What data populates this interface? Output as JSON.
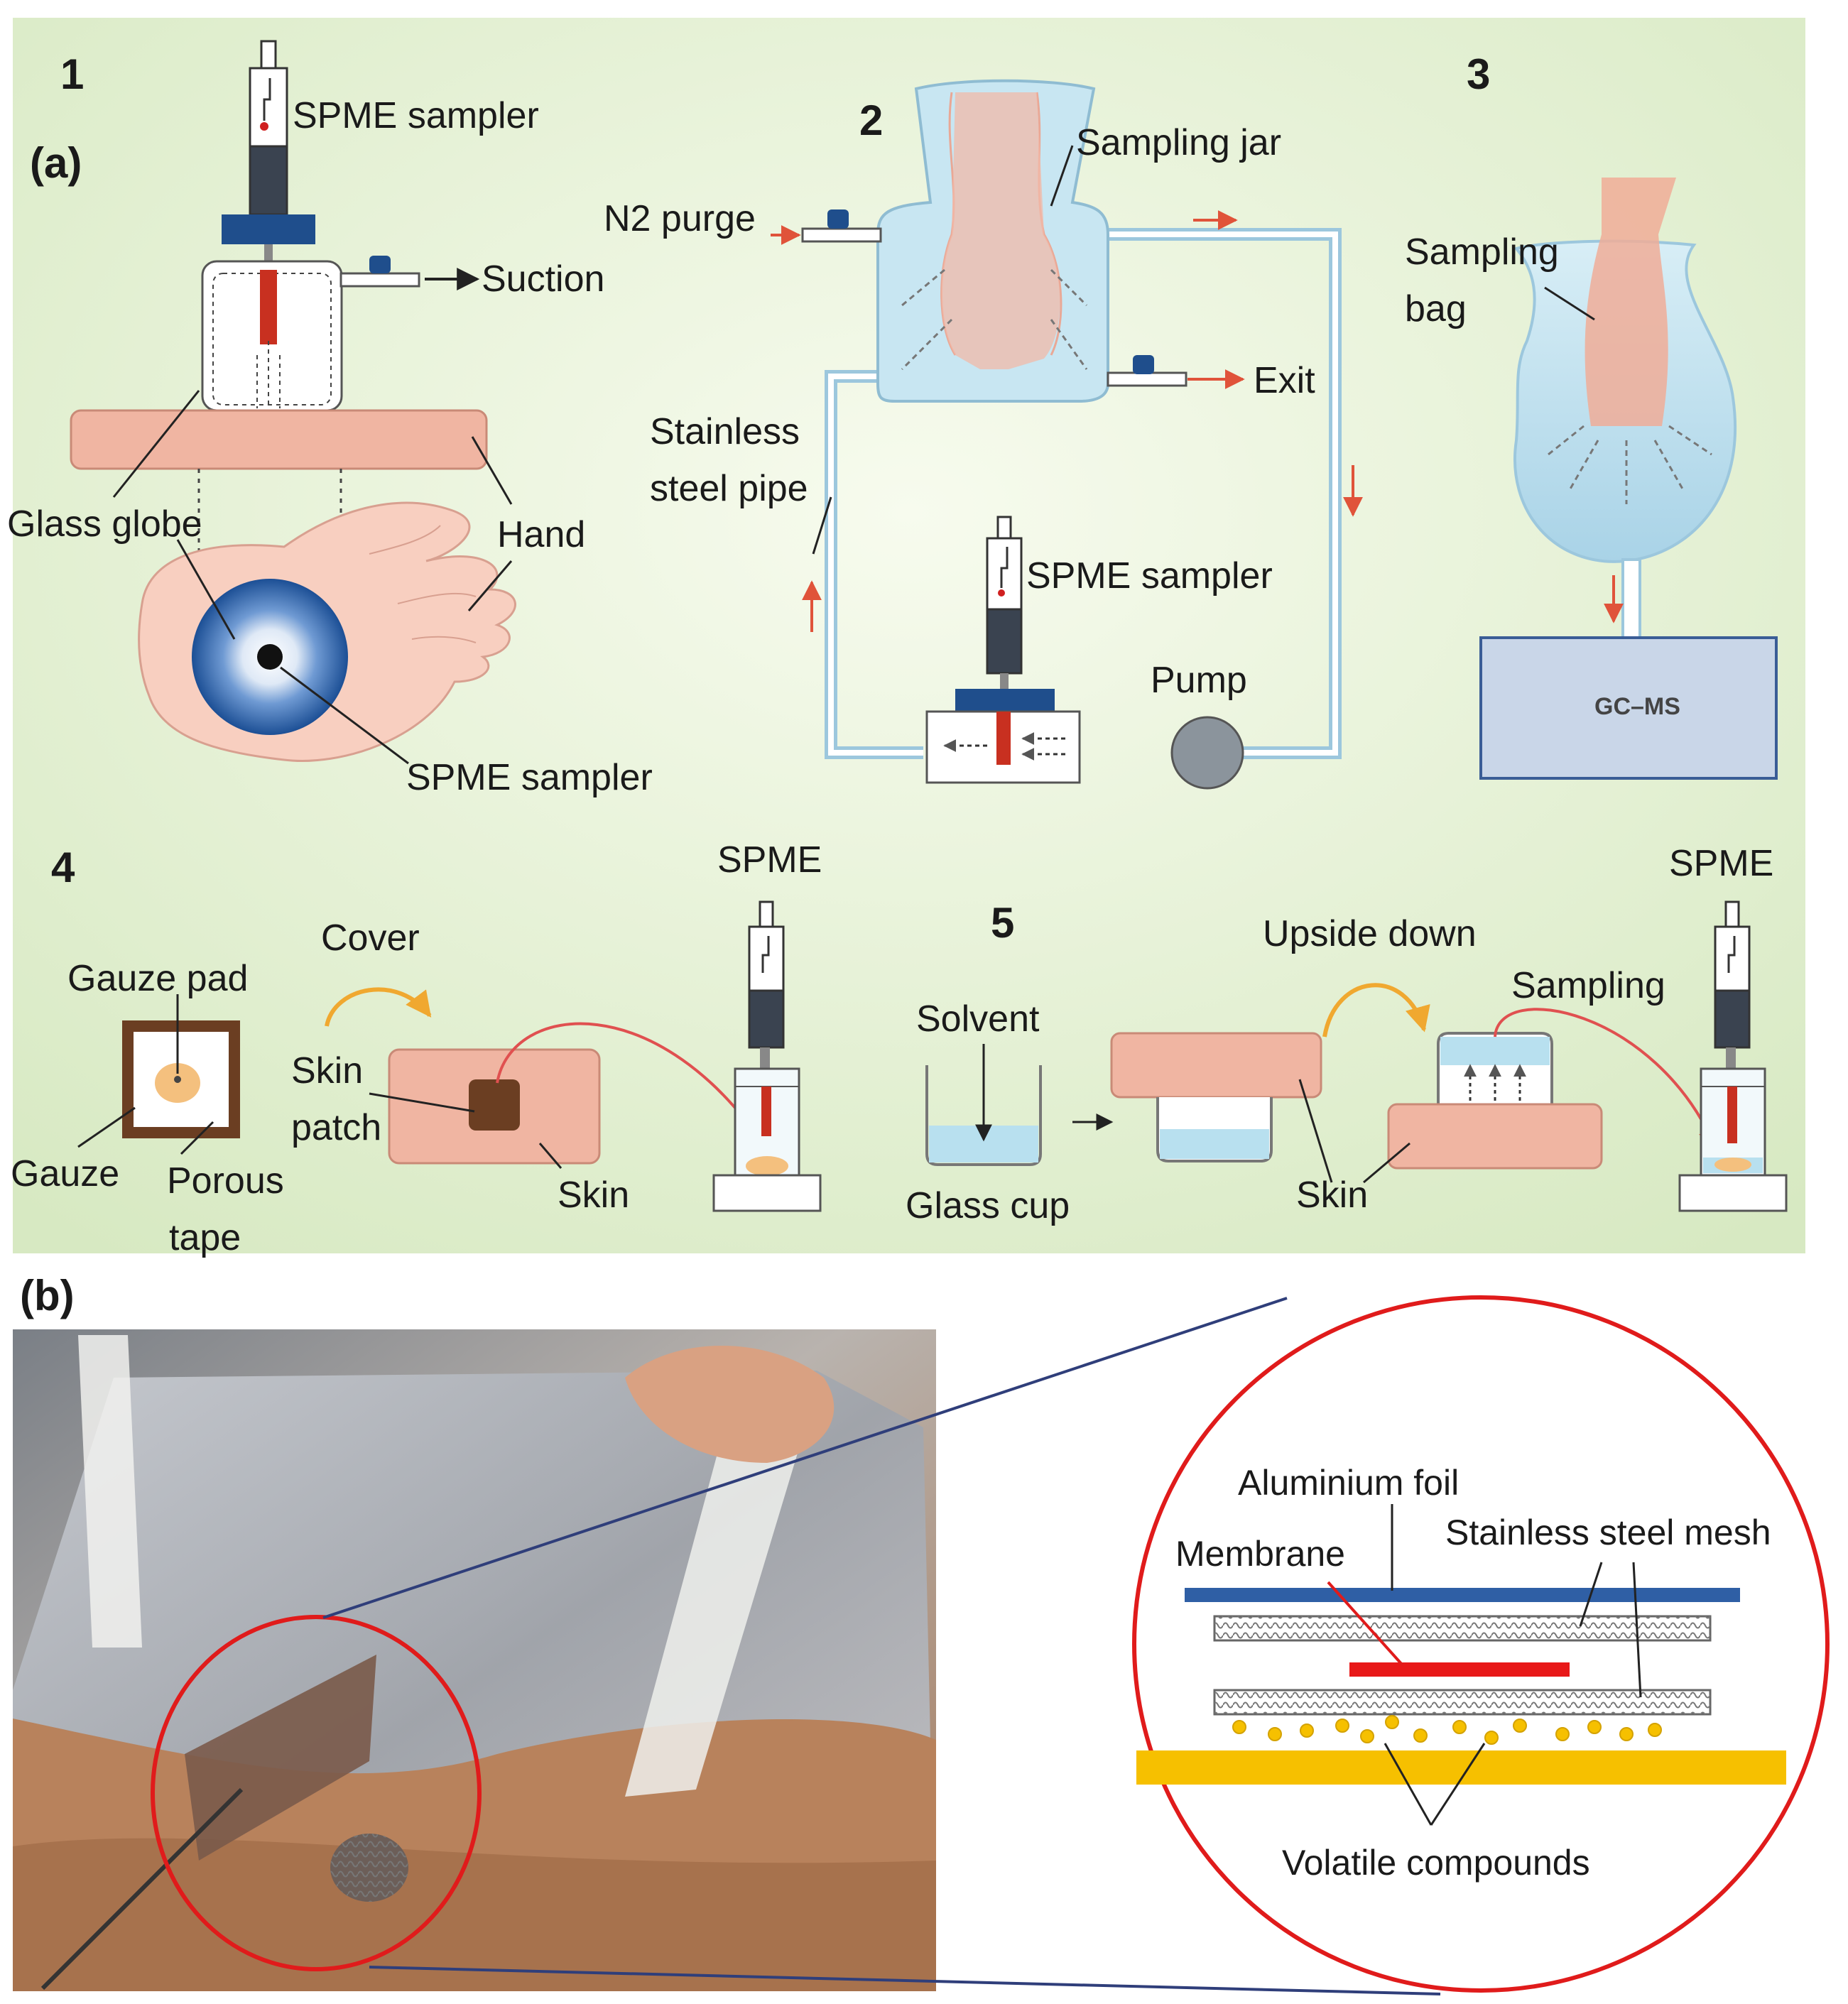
{
  "panel_a": {
    "tag": "(a)",
    "sub1": {
      "num": "1",
      "spme_top": "SPME sampler",
      "suction": "Suction",
      "glass_globe": "Glass globe",
      "hand": "Hand",
      "spme_bottom": "SPME sampler"
    },
    "sub2": {
      "num": "2",
      "sampling_jar": "Sampling jar",
      "n2_purge": "N2 purge",
      "exit": "Exit",
      "pipe_line1": "Stainless",
      "pipe_line2": "steel pipe",
      "spme": "SPME sampler",
      "pump": "Pump"
    },
    "sub3": {
      "num": "3",
      "bag_line1": "Sampling",
      "bag_line2": "bag",
      "gcms": "GC–MS"
    },
    "sub4": {
      "num": "4",
      "spme": "SPME",
      "cover": "Cover",
      "gauze_pad": "Gauze pad",
      "skin_patch_line1": "Skin",
      "skin_patch_line2": "patch",
      "gauze": "Gauze",
      "porous_line1": "Porous",
      "porous_line2": "tape",
      "skin": "Skin"
    },
    "sub5": {
      "num": "5",
      "spme": "SPME",
      "upside_down": "Upside down",
      "sampling": "Sampling",
      "solvent": "Solvent",
      "glass_cup": "Glass cup",
      "skin": "Skin"
    }
  },
  "panel_b": {
    "tag": "(b)",
    "aluminium_foil": "Aluminium foil",
    "stainless_mesh": "Stainless steel mesh",
    "membrane": "Membrane",
    "volatile": "Volatile compounds"
  },
  "colors": {
    "panel_bg": "#e8f1d8",
    "skin": "#f2b8a4",
    "glass": "#bfe0ee",
    "navy": "#1f4e8c",
    "red_line": "#e01b1b",
    "yellow": "#f6c000",
    "foil_blue": "#2f5fa5"
  }
}
